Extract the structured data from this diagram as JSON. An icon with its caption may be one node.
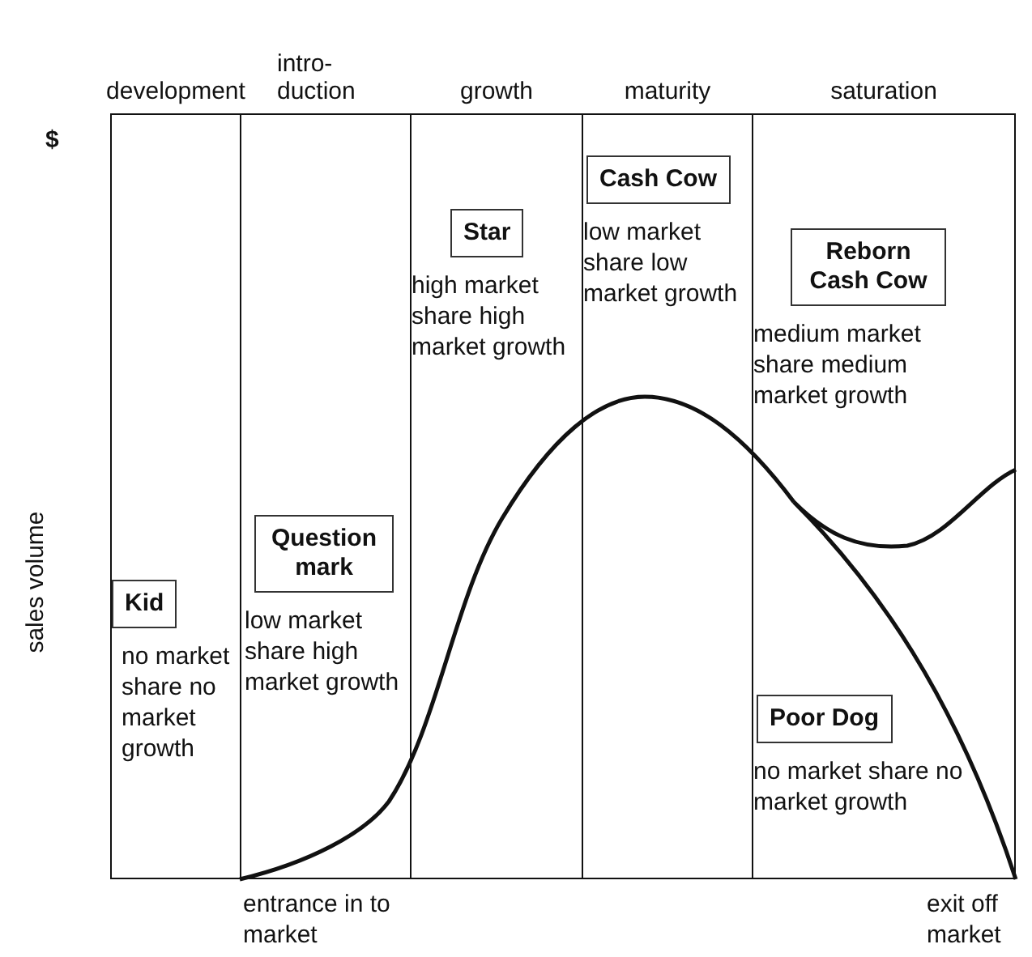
{
  "diagram": {
    "nodes": [
      {
        "text": [
          "development"
        ]
      },
      {
        "text": [
          "intro-duction"
        ]
      },
      {
        "text": [
          "growth"
        ]
      },
      {
        "text": [
          "maturity"
        ]
      },
      {
        "text": [
          "saturation"
        ]
      },
      {
        "text": [
          "Kid"
        ],
        "in": 0,
        "beside": [
          "no market share no market growth"
        ]
      },
      {
        "text": [
          "Question mark"
        ],
        "in": 1,
        "beside": [
          "low market share high market growth"
        ]
      },
      {
        "text": [
          "Star"
        ],
        "in": 2,
        "beside": [
          "high market share high market growth"
        ]
      },
      {
        "text": [
          "Cash Cow"
        ],
        "in": 3,
        "beside": [
          "low market share low market growth"
        ]
      },
      {
        "text": [
          "Reborn Cash Cow"
        ],
        "in": 4,
        "beside": [
          "medium market share medium market growth"
        ]
      },
      {
        "text": [
          "Poor Dog"
        ],
        "in": 4,
        "beside": [
          "no market share no market growth"
        ]
      }
    ],
    "edges": [],
    "labels": [
      "$",
      "sales volume",
      "entrance in to market",
      "exit off market"
    ]
  }
}
